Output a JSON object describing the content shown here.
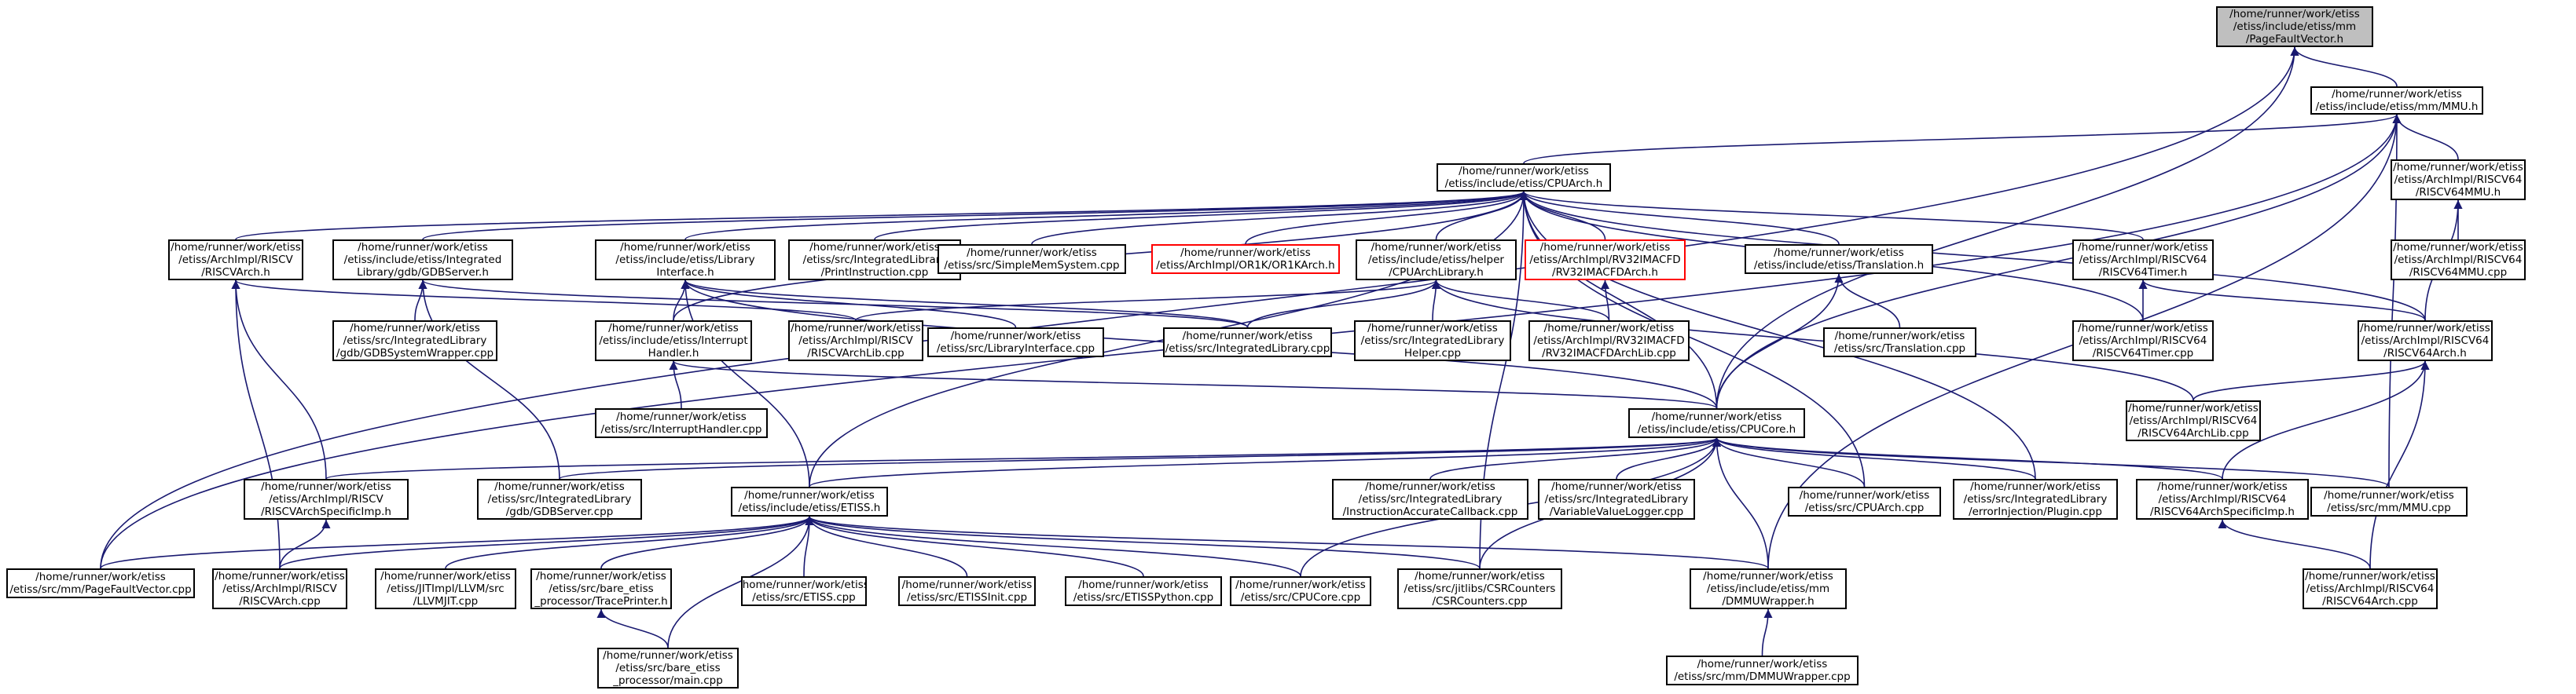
{
  "graph": {
    "edge_color": "#191970",
    "current_fill": "#bfbfbf",
    "undocumented_border": "#ff0000",
    "nodes": [
      {
        "id": "pfv_h",
        "lines": [
          "/home/runner/work/etiss",
          "/etiss/include/etiss/mm",
          "/PageFaultVector.h"
        ],
        "current": true
      },
      {
        "id": "mmu_h",
        "lines": [
          "/home/runner/work/etiss",
          "/etiss/include/etiss/mm/MMU.h"
        ]
      },
      {
        "id": "cpuarch_h",
        "lines": [
          "/home/runner/work/etiss",
          "/etiss/include/etiss/CPUArch.h"
        ]
      },
      {
        "id": "rv64mmu_h",
        "lines": [
          "/home/runner/work/etiss",
          "/etiss/ArchImpl/RISCV64",
          "/RISCV64MMU.h"
        ]
      },
      {
        "id": "rv64mmu_cpp",
        "lines": [
          "/home/runner/work/etiss",
          "/etiss/ArchImpl/RISCV64",
          "/RISCV64MMU.cpp"
        ]
      },
      {
        "id": "riscvarch_h",
        "lines": [
          "/home/runner/work/etiss",
          "/etiss/ArchImpl/RISCV",
          "/RISCVArch.h"
        ]
      },
      {
        "id": "gdbserver_h",
        "lines": [
          "/home/runner/work/etiss",
          "/etiss/include/etiss/Integrated",
          "Library/gdb/GDBServer.h"
        ]
      },
      {
        "id": "libiface_h",
        "lines": [
          "/home/runner/work/etiss",
          "/etiss/include/etiss/Library",
          "Interface.h"
        ]
      },
      {
        "id": "printinstr_cpp",
        "lines": [
          "/home/runner/work/etiss",
          "/etiss/src/IntegratedLibrary",
          "/PrintInstruction.cpp"
        ]
      },
      {
        "id": "simplemem_cpp",
        "lines": [
          "/home/runner/work/etiss",
          "/etiss/src/SimpleMemSystem.cpp"
        ]
      },
      {
        "id": "or1k_h",
        "lines": [
          "/home/runner/work/etiss",
          "/etiss/ArchImpl/OR1K/OR1KArch.h"
        ],
        "undocumented": true
      },
      {
        "id": "helper_h",
        "lines": [
          "/home/runner/work/etiss",
          "/etiss/include/etiss/helper",
          "/CPUArchLibrary.h"
        ]
      },
      {
        "id": "rv32imacfd_h",
        "lines": [
          "/home/runner/work/etiss",
          "/etiss/ArchImpl/RV32IMACFD",
          "/RV32IMACFDArch.h"
        ],
        "undocumented": true
      },
      {
        "id": "translation_h",
        "lines": [
          "/home/runner/work/etiss",
          "/etiss/include/etiss/Translation.h"
        ]
      },
      {
        "id": "rv64timer_h",
        "lines": [
          "/home/runner/work/etiss",
          "/etiss/ArchImpl/RISCV64",
          "/RISCV64Timer.h"
        ]
      },
      {
        "id": "gdbsyswrap_cpp",
        "lines": [
          "/home/runner/work/etiss",
          "/etiss/src/IntegratedLibrary",
          "/gdb/GDBSystemWrapper.cpp"
        ]
      },
      {
        "id": "interrupthandler_h",
        "lines": [
          "/home/runner/work/etiss",
          "/etiss/include/etiss/Interrupt",
          "Handler.h"
        ]
      },
      {
        "id": "riscvarchlib_cpp",
        "lines": [
          "/home/runner/work/etiss",
          "/etiss/ArchImpl/RISCV",
          "/RISCVArchLib.cpp"
        ]
      },
      {
        "id": "libiface_cpp",
        "lines": [
          "/home/runner/work/etiss",
          "/etiss/src/LibraryInterface.cpp"
        ]
      },
      {
        "id": "intlib_cpp",
        "lines": [
          "/home/runner/work/etiss",
          "/etiss/src/IntegratedLibrary.cpp"
        ]
      },
      {
        "id": "intlibhelper_cpp",
        "lines": [
          "/home/runner/work/etiss",
          "/etiss/src/IntegratedLibrary",
          "Helper.cpp"
        ]
      },
      {
        "id": "rv32imacfdlib_cpp",
        "lines": [
          "/home/runner/work/etiss",
          "/etiss/ArchImpl/RV32IMACFD",
          "/RV32IMACFDArchLib.cpp"
        ]
      },
      {
        "id": "translation_cpp",
        "lines": [
          "/home/runner/work/etiss",
          "/etiss/src/Translation.cpp"
        ]
      },
      {
        "id": "rv64timer_cpp",
        "lines": [
          "/home/runner/work/etiss",
          "/etiss/ArchImpl/RISCV64",
          "/RISCV64Timer.cpp"
        ]
      },
      {
        "id": "rv64arch_h",
        "lines": [
          "/home/runner/work/etiss",
          "/etiss/ArchImpl/RISCV64",
          "/RISCV64Arch.h"
        ]
      },
      {
        "id": "interrupthandler_cpp",
        "lines": [
          "/home/runner/work/etiss",
          "/etiss/src/InterruptHandler.cpp"
        ]
      },
      {
        "id": "cpucore_h",
        "lines": [
          "/home/runner/work/etiss",
          "/etiss/include/etiss/CPUCore.h"
        ]
      },
      {
        "id": "rv64archlib_cpp",
        "lines": [
          "/home/runner/work/etiss",
          "/etiss/ArchImpl/RISCV64",
          "/RISCV64ArchLib.cpp"
        ]
      },
      {
        "id": "riscvarchspec_h",
        "lines": [
          "/home/runner/work/etiss",
          "/etiss/ArchImpl/RISCV",
          "/RISCVArchSpecificImp.h"
        ]
      },
      {
        "id": "gdbserver_cpp",
        "lines": [
          "/home/runner/work/etiss",
          "/etiss/src/IntegratedLibrary",
          "/gdb/GDBServer.cpp"
        ]
      },
      {
        "id": "etiss_h",
        "lines": [
          "/home/runner/work/etiss",
          "/etiss/include/etiss/ETISS.h"
        ]
      },
      {
        "id": "instracc_cpp",
        "lines": [
          "/home/runner/work/etiss",
          "/etiss/src/IntegratedLibrary",
          "/InstructionAccurateCallback.cpp"
        ]
      },
      {
        "id": "varlogger_cpp",
        "lines": [
          "/home/runner/work/etiss",
          "/etiss/src/IntegratedLibrary",
          "/VariableValueLogger.cpp"
        ]
      },
      {
        "id": "cpuarch_cpp",
        "lines": [
          "/home/runner/work/etiss",
          "/etiss/src/CPUArch.cpp"
        ]
      },
      {
        "id": "errinj_cpp",
        "lines": [
          "/home/runner/work/etiss",
          "/etiss/src/IntegratedLibrary",
          "/errorInjection/Plugin.cpp"
        ]
      },
      {
        "id": "rv64archspec_h",
        "lines": [
          "/home/runner/work/etiss",
          "/etiss/ArchImpl/RISCV64",
          "/RISCV64ArchSpecificImp.h"
        ]
      },
      {
        "id": "mmu_cpp",
        "lines": [
          "/home/runner/work/etiss",
          "/etiss/src/mm/MMU.cpp"
        ]
      },
      {
        "id": "pfv_cpp",
        "lines": [
          "/home/runner/work/etiss",
          "/etiss/src/mm/PageFaultVector.cpp"
        ]
      },
      {
        "id": "riscvarch_cpp",
        "lines": [
          "/home/runner/work/etiss",
          "/etiss/ArchImpl/RISCV",
          "/RISCVArch.cpp"
        ]
      },
      {
        "id": "llvmjit_cpp",
        "lines": [
          "/home/runner/work/etiss",
          "/etiss/JITImpl/LLVM/src",
          "/LLVMJIT.cpp"
        ]
      },
      {
        "id": "traceprinter_h",
        "lines": [
          "/home/runner/work/etiss",
          "/etiss/src/bare_etiss",
          "_processor/TracePrinter.h"
        ]
      },
      {
        "id": "etiss_cpp",
        "lines": [
          "/home/runner/work/etiss",
          "/etiss/src/ETISS.cpp"
        ]
      },
      {
        "id": "etissinit_cpp",
        "lines": [
          "/home/runner/work/etiss",
          "/etiss/src/ETISSInit.cpp"
        ]
      },
      {
        "id": "etisspython_cpp",
        "lines": [
          "/home/runner/work/etiss",
          "/etiss/src/ETISSPython.cpp"
        ]
      },
      {
        "id": "cpucore_cpp",
        "lines": [
          "/home/runner/work/etiss",
          "/etiss/src/CPUCore.cpp"
        ]
      },
      {
        "id": "csrcounters_cpp",
        "lines": [
          "/home/runner/work/etiss",
          "/etiss/src/jitlibs/CSRCounters",
          "/CSRCounters.cpp"
        ]
      },
      {
        "id": "dmmuwrapper_h",
        "lines": [
          "/home/runner/work/etiss",
          "/etiss/include/etiss/mm",
          "/DMMUWrapper.h"
        ]
      },
      {
        "id": "rv64arch_cpp",
        "lines": [
          "/home/runner/work/etiss",
          "/etiss/ArchImpl/RISCV64",
          "/RISCV64Arch.cpp"
        ]
      },
      {
        "id": "main_cpp",
        "lines": [
          "/home/runner/work/etiss",
          "/etiss/src/bare_etiss",
          "_processor/main.cpp"
        ]
      },
      {
        "id": "dmmuwrapper_cpp",
        "lines": [
          "/home/runner/work/etiss",
          "/etiss/src/mm/DMMUWrapper.cpp"
        ]
      }
    ]
  }
}
